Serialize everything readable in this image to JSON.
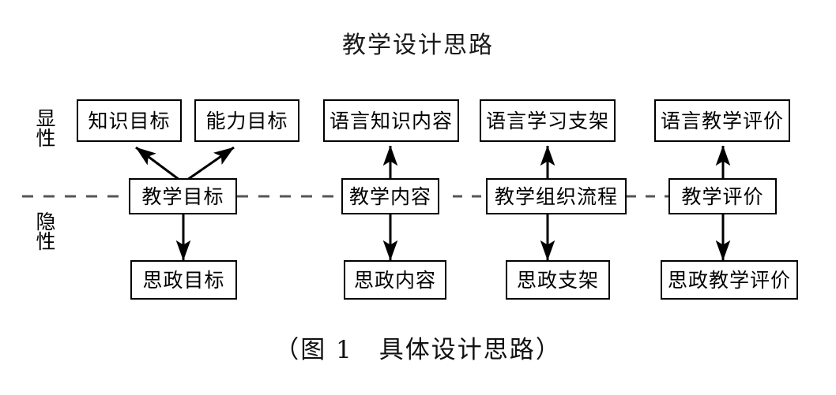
{
  "title": "教学设计思路",
  "caption": "（图 1　具体设计思路）",
  "axis_labels": {
    "explicit": "显性",
    "implicit": "隐性"
  },
  "colors": {
    "stroke": "#000000",
    "background": "#ffffff",
    "dashed_divider": "#555555"
  },
  "columns": [
    {
      "id": "objectives",
      "core": "教学目标",
      "explicit": [
        "知识目标",
        "能力目标"
      ],
      "implicit": "思政目标"
    },
    {
      "id": "content",
      "core": "教学内容",
      "explicit": [
        "语言知识内容"
      ],
      "implicit": "思政内容"
    },
    {
      "id": "process",
      "core": "教学组织流程",
      "explicit": [
        "语言学习支架"
      ],
      "implicit": "思政支架"
    },
    {
      "id": "evaluation",
      "core": "教学评价",
      "explicit": [
        "语言教学评价"
      ],
      "implicit": "思政教学评价"
    }
  ],
  "nodes": {
    "top_knowledge_objective": "知识目标",
    "top_ability_objective": "能力目标",
    "top_language_knowledge_content": "语言知识内容",
    "top_language_learning_scaffold": "语言学习支架",
    "top_language_teaching_evaluation": "语言教学评价",
    "mid_teaching_objective": "教学目标",
    "mid_teaching_content": "教学内容",
    "mid_teaching_organization_process": "教学组织流程",
    "mid_teaching_evaluation": "教学评价",
    "bottom_ideological_objective": "思政目标",
    "bottom_ideological_content": "思政内容",
    "bottom_ideological_scaffold": "思政支架",
    "bottom_ideological_teaching_evaluation": "思政教学评价"
  },
  "diagram": {
    "divider_style": "dashed",
    "arrow_style": "solid-filled-head",
    "connector_style": "dashed"
  }
}
